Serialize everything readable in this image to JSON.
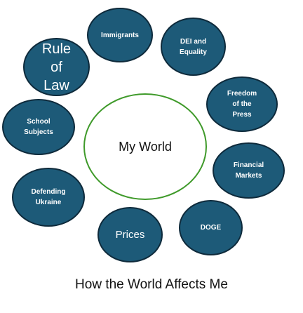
{
  "center": {
    "label": "My World"
  },
  "nodes": {
    "immigrants": "Immigrants",
    "dei": "DEI and\nEquality",
    "freedom_press": "Freedom\nof the\nPress",
    "financial_markets": "Financial\nMarkets",
    "doge": "DOGE",
    "prices": "Prices",
    "defending_ukraine": "Defending\nUkraine",
    "school_subjects": "School\nSubjects",
    "rule_of_law": "Rule\nof\nLaw"
  },
  "caption": "How the World Affects Me",
  "colors": {
    "node_fill": "#1d5a78",
    "node_border": "#0e2a3b",
    "center_border": "#3f9a2a"
  }
}
